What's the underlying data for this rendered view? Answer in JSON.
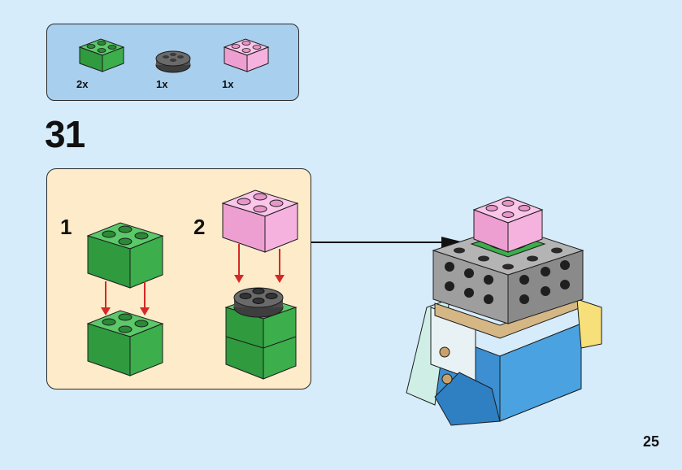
{
  "parts_list": {
    "items": [
      {
        "qty": "2x",
        "icon": "brick-2x2-green",
        "color": "#3aa84a"
      },
      {
        "qty": "1x",
        "icon": "round-plate-2x2-dark-gray",
        "color": "#5a5a5a"
      },
      {
        "qty": "1x",
        "icon": "brick-2x2-pink",
        "color": "#f4a6d8"
      }
    ]
  },
  "step": {
    "number": "31",
    "substeps": [
      {
        "label": "1"
      },
      {
        "label": "2"
      }
    ]
  },
  "page": {
    "number": "25"
  },
  "colors": {
    "background": "#d6ecfb",
    "parts_box": "#a9cfee",
    "substep_box": "#fdebc9",
    "arrow_red": "#d62828"
  }
}
